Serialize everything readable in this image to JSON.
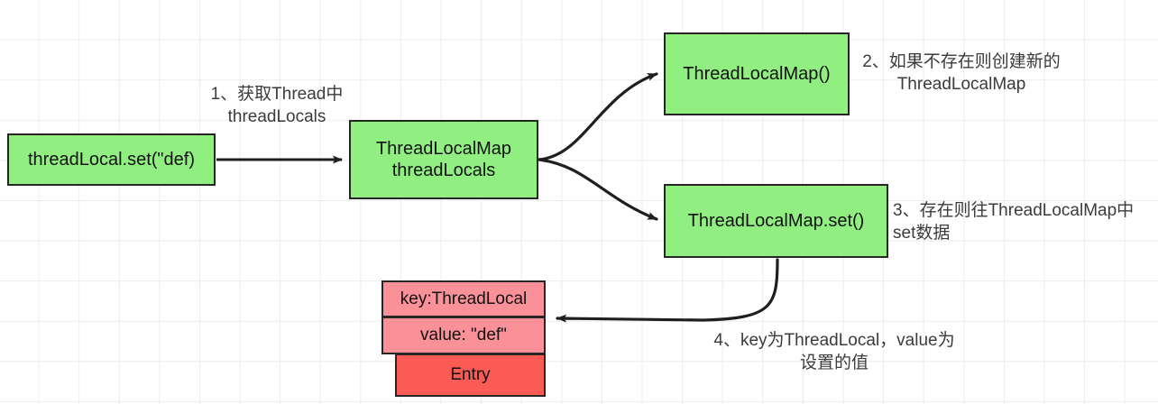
{
  "diagram": {
    "title": "ThreadLocal set flow",
    "background": "#ffffff",
    "grid_color": "#ececec",
    "colors": {
      "node_green": "#90ef80",
      "node_pink": "#fa9098",
      "node_red": "#fb5b55",
      "border": "#262626",
      "arrow": "#1f1f1f",
      "label_text": "#3b3b3b"
    },
    "nodes": [
      {
        "id": "threadlocal-set",
        "label": "threadLocal.set(\"def)",
        "shape": "rect",
        "fill": "#90ef80"
      },
      {
        "id": "threadlocals",
        "label": "ThreadLocalMap\nthreadLocals",
        "shape": "rect",
        "fill": "#90ef80"
      },
      {
        "id": "threadlocalmap-new",
        "label": "ThreadLocalMap()",
        "shape": "rect",
        "fill": "#90ef80"
      },
      {
        "id": "threadlocalmap-set",
        "label": "ThreadLocalMap.set()",
        "shape": "rect",
        "fill": "#90ef80"
      },
      {
        "id": "entry-key",
        "label": "key:ThreadLocal",
        "shape": "rect",
        "fill": "#fa9098"
      },
      {
        "id": "entry-value",
        "label": "value: \"def\"",
        "shape": "rect",
        "fill": "#fa9098"
      },
      {
        "id": "entry",
        "label": "Entry",
        "shape": "rect",
        "fill": "#fb5b55"
      }
    ],
    "edge_labels": [
      {
        "id": "step-1",
        "text": "1、获取Thread中\nthreadLocals"
      },
      {
        "id": "step-2",
        "text": "2、如果不存在则创建新的\nThreadLocalMap"
      },
      {
        "id": "step-3",
        "text": "3、存在则往ThreadLocalMap中\nset数据"
      },
      {
        "id": "step-4",
        "text": "4、key为ThreadLocal，value为\n设置的值"
      }
    ],
    "edges": [
      {
        "id": "e1",
        "from": "threadlocal-set",
        "to": "threadlocals",
        "style": "straight",
        "arrow": "end"
      },
      {
        "id": "e2",
        "from": "threadlocals",
        "to": "threadlocalmap-new",
        "style": "curve",
        "arrow": "end"
      },
      {
        "id": "e3",
        "from": "threadlocals",
        "to": "threadlocalmap-set",
        "style": "curve",
        "arrow": "end"
      },
      {
        "id": "e4",
        "from": "threadlocalmap-set",
        "to": "entry-value",
        "style": "curve",
        "arrow": "end"
      }
    ]
  }
}
